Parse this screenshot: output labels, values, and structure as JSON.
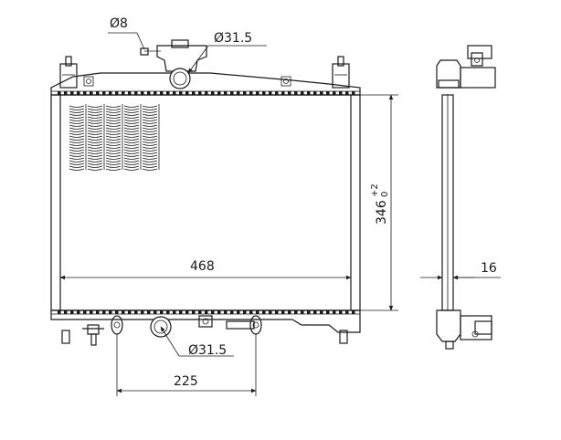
{
  "dimensions": {
    "inlet_pipe_diameter": "Ø8",
    "filler_neck_diameter": "Ø31.5",
    "outlet_pipe_diameter": "Ø31.5",
    "core_width": "468",
    "core_height_base": "346",
    "core_height_tol_upper": "+2",
    "core_height_tol_lower": "0",
    "core_thickness": "16",
    "pipe_spacing": "225"
  },
  "colors": {
    "line": "#1a1a1a",
    "background": "#ffffff"
  }
}
